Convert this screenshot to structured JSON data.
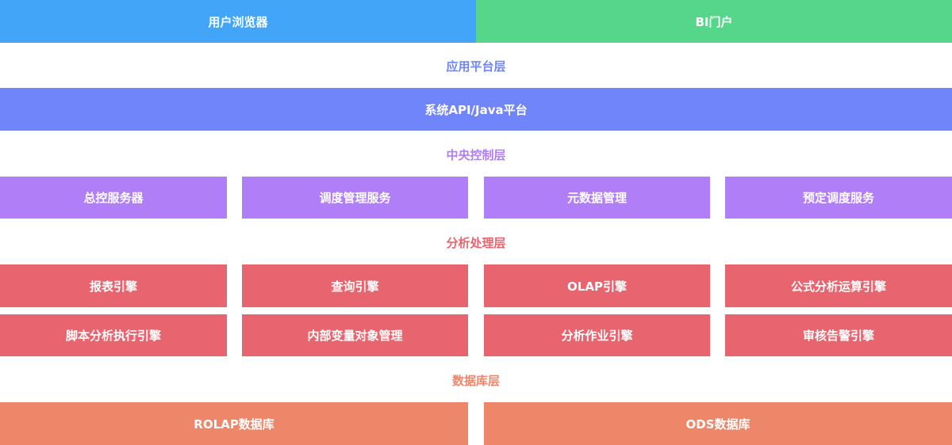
{
  "colors": {
    "browser": "#42a5f8",
    "portal": "#55d68a",
    "application": "#6f85f9",
    "control": "#b07ef7",
    "analysis": "#e8646f",
    "database": "#ee866a"
  },
  "top": {
    "browser": "用户浏览器",
    "portal": "BI门户"
  },
  "application_layer": {
    "title": "应用平台层",
    "platform": "系统API/Java平台"
  },
  "control_layer": {
    "title": "中央控制层",
    "items": [
      "总控服务器",
      "调度管理服务",
      "元数据管理",
      "预定调度服务"
    ]
  },
  "analysis_layer": {
    "title": "分析处理层",
    "row1": [
      "报表引擎",
      "查询引擎",
      "OLAP引擎",
      "公式分析运算引擎"
    ],
    "row2": [
      "脚本分析执行引擎",
      "内部变量对象管理",
      "分析作业引擎",
      "审核告警引擎"
    ]
  },
  "database_layer": {
    "title": "数据库层",
    "items": [
      "ROLAP数据库",
      "ODS数据库"
    ]
  }
}
